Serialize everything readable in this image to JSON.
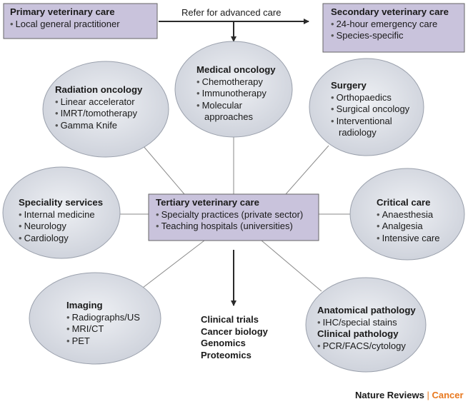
{
  "primary": {
    "title": "Primary veterinary care",
    "items": [
      "Local general practitioner"
    ]
  },
  "secondary": {
    "title": "Secondary veterinary care",
    "items": [
      "24-hour emergency care",
      "Species-specific"
    ]
  },
  "refer_label": "Refer for advanced care",
  "tertiary": {
    "title": "Tertiary veterinary care",
    "items": [
      "Specialty practices (private sector)",
      "Teaching hospitals (universities)"
    ]
  },
  "medical_oncology": {
    "title": "Medical oncology",
    "items": [
      "Chemotherapy",
      "Immunotherapy",
      "Molecular",
      "approaches"
    ]
  },
  "radiation_oncology": {
    "title": "Radiation oncology",
    "items": [
      "Linear accelerator",
      "IMRT/tomotherapy",
      "Gamma Knife"
    ]
  },
  "surgery": {
    "title": "Surgery",
    "items": [
      "Orthopaedics",
      "Surgical oncology",
      "Interventional",
      "radiology"
    ]
  },
  "speciality_services": {
    "title": "Speciality services",
    "items": [
      "Internal medicine",
      "Neurology",
      "Cardiology"
    ]
  },
  "critical_care": {
    "title": "Critical care",
    "items": [
      "Anaesthesia",
      "Analgesia",
      "Intensive care"
    ]
  },
  "imaging": {
    "title": "Imaging",
    "items": [
      "Radiographs/US",
      "MRI/CT",
      "PET"
    ]
  },
  "pathology": {
    "title1": "Anatomical pathology",
    "items1": [
      "IHC/special stains"
    ],
    "title2": "Clinical pathology",
    "items2": [
      "PCR/FACS/cytology"
    ]
  },
  "outputs": [
    "Clinical trials",
    "Cancer biology",
    "Genomics",
    "Proteomics"
  ],
  "footer": {
    "journal": "Nature Reviews",
    "separator": "|",
    "section": "Cancer"
  },
  "colors": {
    "ellipse_fill": "#d9dce3",
    "box_fill": "#c9c3dc",
    "accent": "#e8781e",
    "line": "#8a8a8a",
    "arrow": "#2a2a2a"
  }
}
